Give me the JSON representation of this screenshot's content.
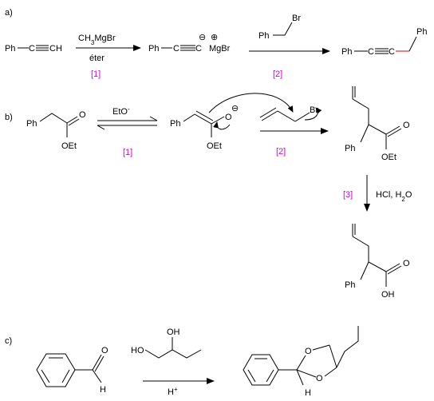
{
  "labels": {
    "a": "a)",
    "b": "b)",
    "c": "c)"
  },
  "colors": {
    "step": "#d000d0",
    "new_bond": "#e00000"
  },
  "a": {
    "start": "Ph—C≡CH",
    "start_ph": "Ph",
    "start_ch": "CH",
    "reagent_above": "CH3MgBr",
    "reagent_base": "CH",
    "reagent_sub": "3",
    "reagent_rest": "MgBr",
    "solvent": "éter",
    "step1": "[1]",
    "intermediate_ph": "Ph",
    "intermediate_c": "C",
    "intermediate_mg": "MgBr",
    "minus": "⊖",
    "plus": "⊕",
    "alkyl_ph": "Ph",
    "alkyl_br": "Br",
    "step2": "[2]",
    "product_ph": "Ph",
    "product_c1": "C",
    "product_c2": "C",
    "product_ph2": "Ph"
  },
  "b": {
    "ester_ph": "Ph",
    "ester_o": "O",
    "ester_oet": "OEt",
    "base": "EtO",
    "base_sup": "-",
    "step1": "[1]",
    "enolate_ph": "Ph",
    "enolate_o": "O",
    "enolate_minus": "⊖",
    "enolate_oet": "OEt",
    "allyl_br": "Br",
    "step2": "[2]",
    "prod_ph": "Ph",
    "prod_o": "O",
    "prod_oet": "OEt",
    "step3": "[3]",
    "hydrolysis": "HCl, H2O",
    "hyd_base": "HCl, H",
    "hyd_sub": "2",
    "hyd_rest": "O",
    "acid_ph": "Ph",
    "acid_o": "O",
    "acid_oh": "OH"
  },
  "c": {
    "ald_h": "H",
    "ald_o": "O",
    "diol_oh": "OH",
    "diol_ho": "HO",
    "catalyst": "H+",
    "cat_base": "H",
    "cat_sup": "+",
    "acetal_o1": "O",
    "acetal_o2": "O",
    "acetal_h": "H"
  }
}
